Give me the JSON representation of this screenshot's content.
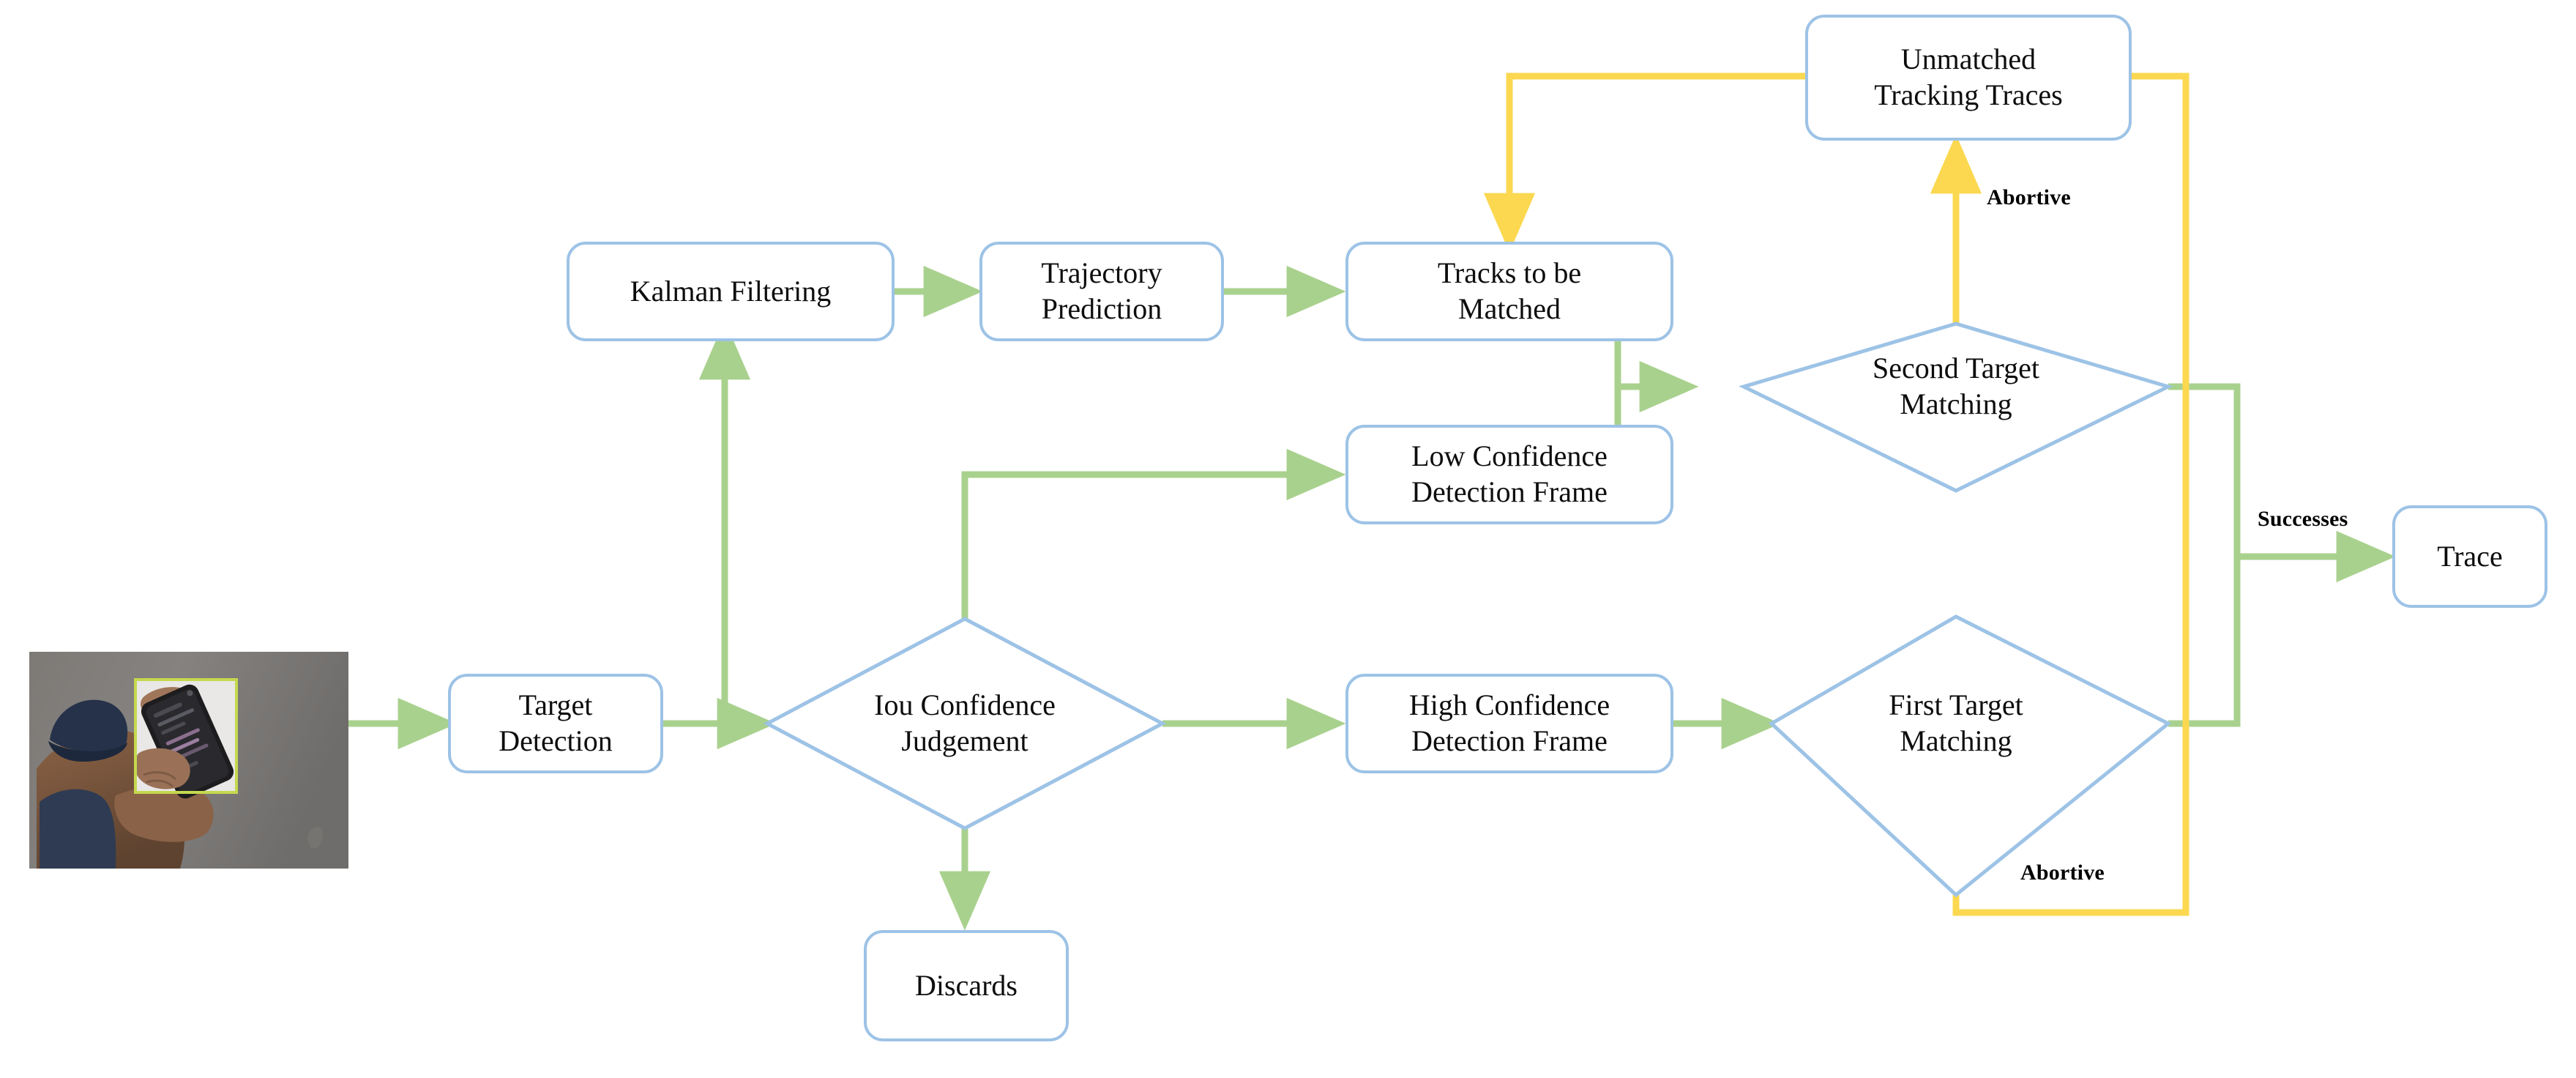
{
  "diagram": {
    "title": "Multi-object tracking pipeline flowchart",
    "colors": {
      "node_border": "#9dc3e6",
      "flow_green": "#a9d18e",
      "flow_yellow": "#fbd850",
      "detection_box": "#c4d94e",
      "text": "#0d0d0d",
      "background": "#ffffff"
    },
    "nodes": [
      {
        "id": "input-image",
        "label": "",
        "shape": "image"
      },
      {
        "id": "target-detection",
        "label": "Target\nDetection",
        "shape": "rounded-rect"
      },
      {
        "id": "kalman-filtering",
        "label": "Kalman Filtering",
        "shape": "rounded-rect"
      },
      {
        "id": "trajectory-prediction",
        "label": "Trajectory\nPrediction",
        "shape": "rounded-rect"
      },
      {
        "id": "tracks-to-be-matched",
        "label": "Tracks to be\nMatched",
        "shape": "rounded-rect"
      },
      {
        "id": "low-confidence-frame",
        "label": "Low Confidence\nDetection Frame",
        "shape": "rounded-rect"
      },
      {
        "id": "iou-confidence",
        "label": "Iou Confidence\nJudgement",
        "shape": "diamond"
      },
      {
        "id": "discards",
        "label": "Discards",
        "shape": "rounded-rect"
      },
      {
        "id": "high-confidence-frame",
        "label": "High Confidence\nDetection Frame",
        "shape": "rounded-rect"
      },
      {
        "id": "first-target-matching",
        "label": "First Target\nMatching",
        "shape": "diamond"
      },
      {
        "id": "second-target-matching",
        "label": "Second Target\nMatching",
        "shape": "diamond"
      },
      {
        "id": "unmatched-traces",
        "label": "Unmatched\nTracking Traces",
        "shape": "rounded-rect"
      },
      {
        "id": "trace",
        "label": "Trace",
        "shape": "rounded-rect"
      }
    ],
    "labels": {
      "target_detection_l1": "Target",
      "target_detection_l2": "Detection",
      "kalman_filtering": "Kalman Filtering",
      "trajectory_prediction_l1": "Trajectory",
      "trajectory_prediction_l2": "Prediction",
      "tracks_to_be_matched_l1": "Tracks to be",
      "tracks_to_be_matched_l2": "Matched",
      "low_confidence_l1": "Low Confidence",
      "low_confidence_l2": "Detection Frame",
      "iou_confidence_l1": "Iou Confidence",
      "iou_confidence_l2": "Judgement",
      "discards": "Discards",
      "high_confidence_l1": "High Confidence",
      "high_confidence_l2": "Detection Frame",
      "first_target_l1": "First Target",
      "first_target_l2": "Matching",
      "second_target_l1": "Second Target",
      "second_target_l2": "Matching",
      "unmatched_l1": "Unmatched",
      "unmatched_l2": "Tracking Traces",
      "trace": "Trace"
    },
    "edge_labels": {
      "abortive_top": "Abortive",
      "abortive_bottom": "Abortive",
      "successes": "Successes"
    },
    "edges": [
      {
        "from": "input-image",
        "to": "target-detection",
        "color": "green"
      },
      {
        "from": "target-detection",
        "to": "iou-confidence",
        "color": "green"
      },
      {
        "from": "target-detection",
        "to": "kalman-filtering",
        "color": "green"
      },
      {
        "from": "kalman-filtering",
        "to": "trajectory-prediction",
        "color": "green"
      },
      {
        "from": "trajectory-prediction",
        "to": "tracks-to-be-matched",
        "color": "green"
      },
      {
        "from": "tracks-to-be-matched",
        "to": "second-target-matching",
        "color": "green"
      },
      {
        "from": "low-confidence-frame",
        "to": "second-target-matching",
        "color": "green"
      },
      {
        "from": "iou-confidence",
        "to": "low-confidence-frame",
        "color": "green"
      },
      {
        "from": "iou-confidence",
        "to": "high-confidence-frame",
        "color": "green"
      },
      {
        "from": "iou-confidence",
        "to": "discards",
        "color": "green"
      },
      {
        "from": "high-confidence-frame",
        "to": "first-target-matching",
        "color": "green"
      },
      {
        "from": "first-target-matching",
        "to": "trace",
        "color": "green",
        "label": "Successes"
      },
      {
        "from": "second-target-matching",
        "to": "trace",
        "color": "green",
        "label": "Successes"
      },
      {
        "from": "second-target-matching",
        "to": "unmatched-traces",
        "color": "yellow",
        "label": "Abortive"
      },
      {
        "from": "first-target-matching",
        "to": "unmatched-traces",
        "color": "yellow",
        "label": "Abortive"
      },
      {
        "from": "unmatched-traces",
        "to": "tracks-to-be-matched",
        "color": "yellow"
      }
    ]
  }
}
